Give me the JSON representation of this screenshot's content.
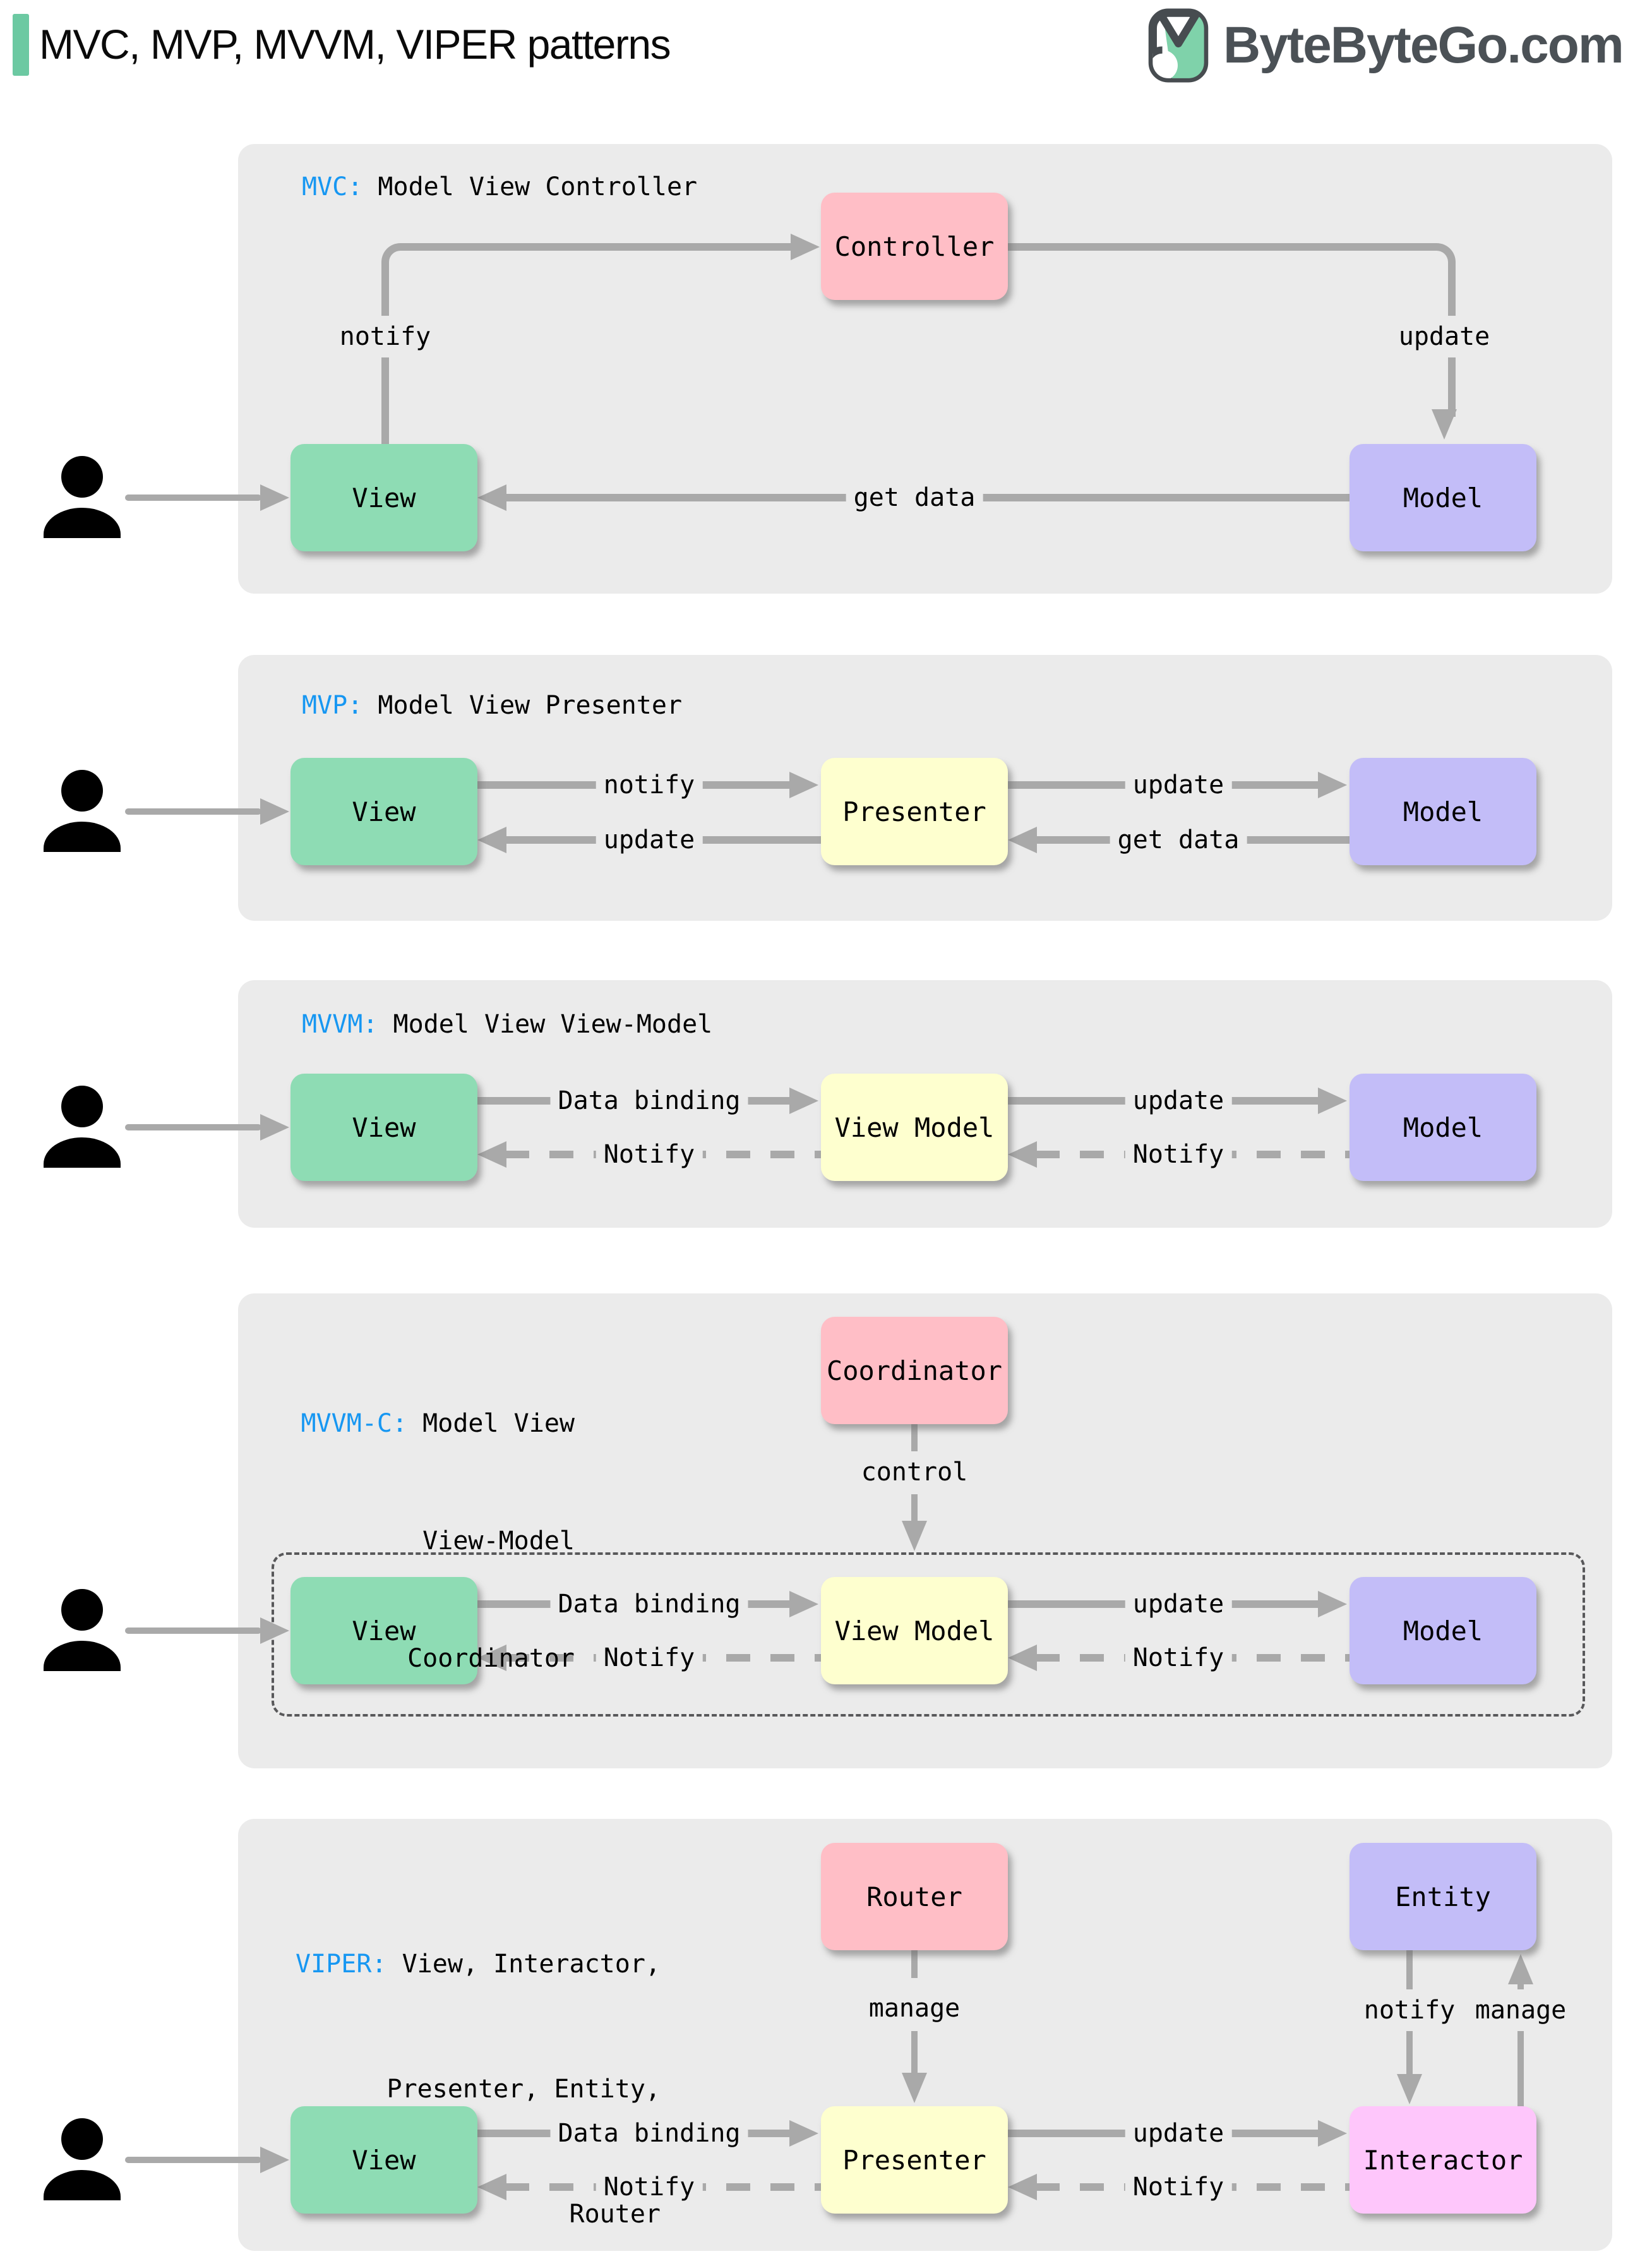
{
  "title": "MVC, MVP, MVVM, VIPER patterns",
  "logo": {
    "text": "ByteByteGo.com"
  },
  "colors": {
    "accent_bar": "#6cc9a2",
    "pattern_blue": "#1797f2",
    "panel_bg": "#ebebeb",
    "arrow_gray": "#a9a9a9",
    "box_green": "#8edcb4",
    "box_pink": "#ffbec6",
    "box_purple": "#c3bdf8",
    "box_yellow": "#feffcf",
    "box_magenta": "#fec6fb",
    "logo_text_gray": "#4b5156"
  },
  "panels": [
    {
      "name": "MVC",
      "heading": {
        "abbr": "MVC:",
        "rest": " Model View Controller"
      },
      "boxes": {
        "controller": "Controller",
        "view": "View",
        "model": "Model"
      },
      "labels": {
        "notify": "notify",
        "update": "update",
        "get_data": "get data"
      }
    },
    {
      "name": "MVP",
      "heading": {
        "abbr": "MVP:",
        "rest": " Model View Presenter"
      },
      "boxes": {
        "view": "View",
        "presenter": "Presenter",
        "model": "Model"
      },
      "labels": {
        "top_left": "notify",
        "top_right": "update",
        "bottom_left": "update",
        "bottom_right": "get data"
      }
    },
    {
      "name": "MVVM",
      "heading": {
        "abbr": "MVVM:",
        "rest": " Model View View-Model"
      },
      "boxes": {
        "view": "View",
        "view_model": "View Model",
        "model": "Model"
      },
      "labels": {
        "top_left": "Data binding",
        "top_right": "update",
        "bottom_left": "Notify",
        "bottom_right": "Notify"
      }
    },
    {
      "name": "MVVM-C",
      "heading": {
        "abbr": "MVVM-C:",
        "rest": " Model View",
        "line2": "View-Model",
        "line3": "Coordinator"
      },
      "boxes": {
        "coordinator": "Coordinator",
        "view": "View",
        "view_model": "View Model",
        "model": "Model"
      },
      "labels": {
        "control": "control",
        "top_left": "Data binding",
        "top_right": "update",
        "bottom_left": "Notify",
        "bottom_right": "Notify"
      }
    },
    {
      "name": "VIPER",
      "heading": {
        "abbr": "VIPER:",
        "rest": " View, Interactor,",
        "line2": "Presenter, Entity,",
        "line3": "Router"
      },
      "boxes": {
        "router": "Router",
        "entity": "Entity",
        "view": "View",
        "presenter": "Presenter",
        "interactor": "Interactor"
      },
      "labels": {
        "manage_router": "manage",
        "notify_entity": "notify",
        "manage_entity": "manage",
        "top_left": "Data binding",
        "top_right": "update",
        "bottom_left": "Notify",
        "bottom_right": "Notify"
      }
    }
  ]
}
